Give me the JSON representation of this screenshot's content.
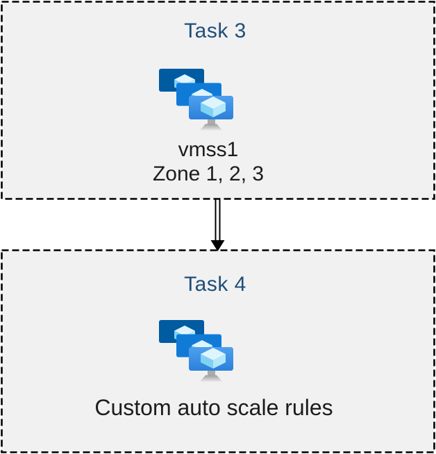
{
  "diagram": {
    "task3": {
      "title": "Task 3",
      "icon": "vm-scale-sets-icon",
      "name_label": "vmss1",
      "zone_label": "Zone 1, 2, 3"
    },
    "task4": {
      "title": "Task 4",
      "icon": "vm-scale-sets-icon",
      "caption": "Custom auto scale rules"
    },
    "connector": {
      "style": "double-line-arrow",
      "direction": "down"
    },
    "colors": {
      "title_text": "#1F4E79",
      "body_text": "#1C1C1C",
      "box_fill": "#F1F1F1",
      "box_border": "#000000",
      "screen_back": "#005BA1",
      "screen_middle": "#0F7BD7",
      "screen_front_top": "#4FA0EE",
      "screen_front_bottom": "#2C80DA",
      "cube_top": "#DFF5FD",
      "cube_left": "#7FD2F3",
      "cube_right": "#B3E8FA",
      "stand_neck": "#ABABAB",
      "stand_base_top": "#9E9E9E",
      "stand_base_bottom": "#E6E6E6"
    }
  }
}
